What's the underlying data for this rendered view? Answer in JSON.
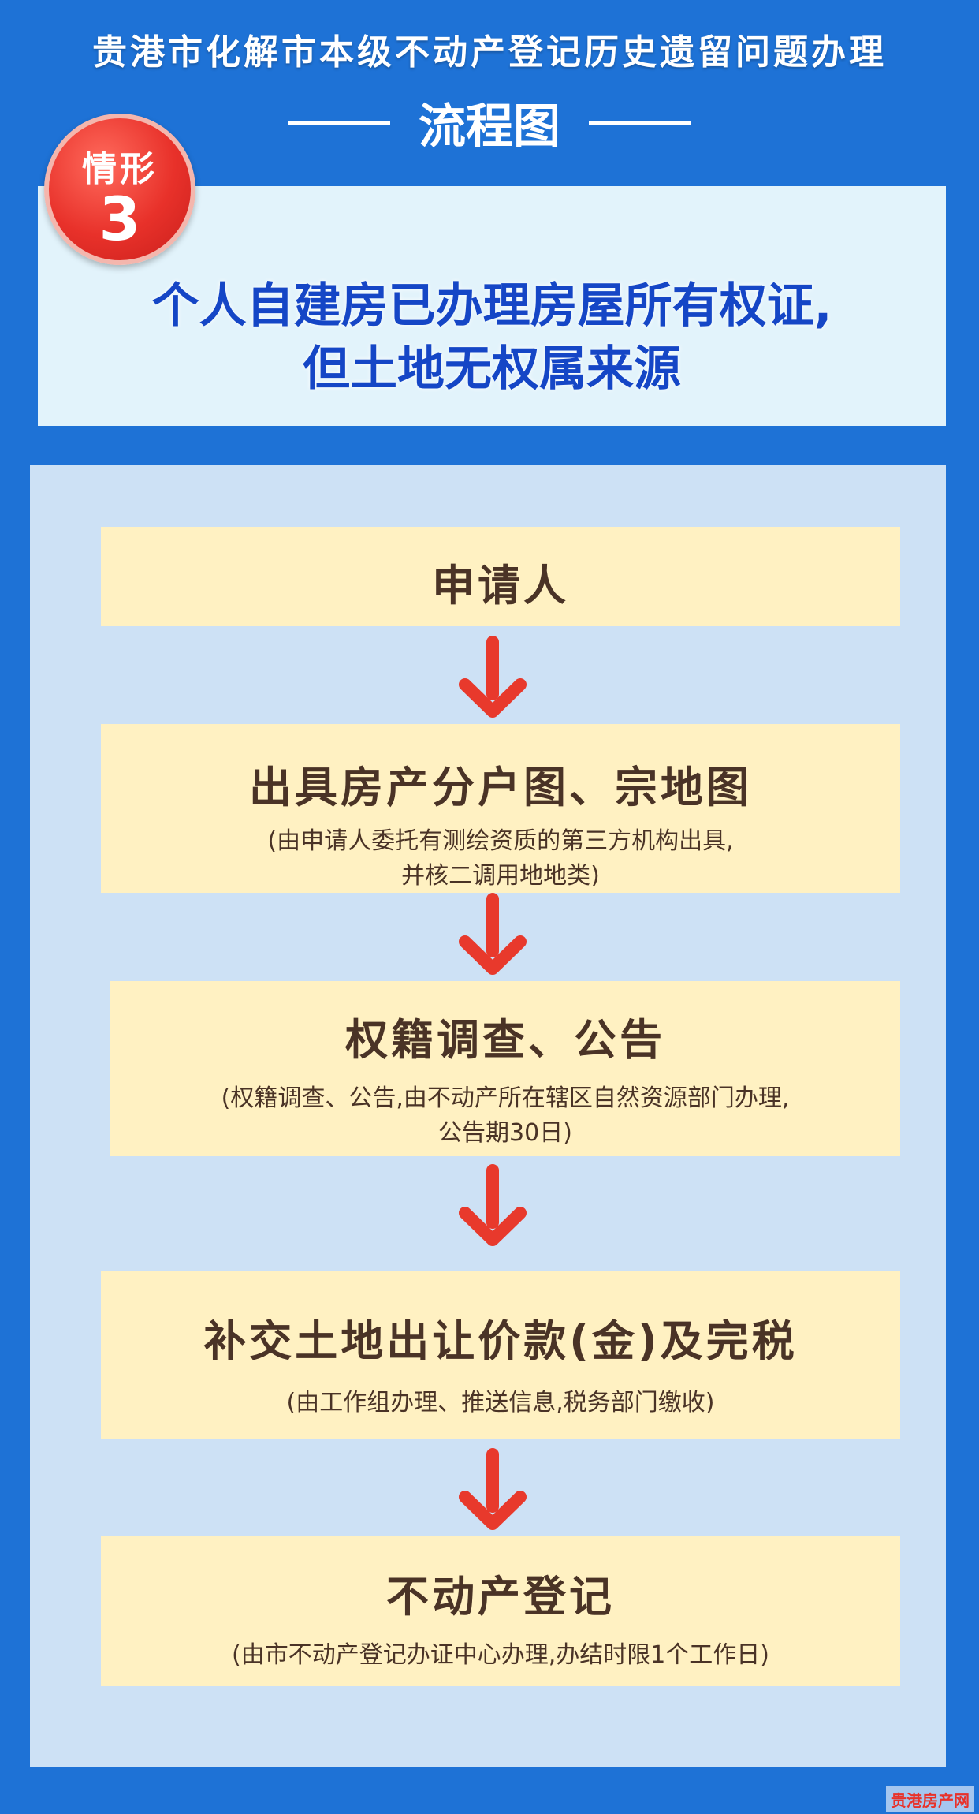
{
  "header": {
    "title": "贵港市化解市本级不动产登记历史遗留问题办理",
    "subtitle": "流程图"
  },
  "badge": {
    "label": "情形",
    "number": "3"
  },
  "case": {
    "line1": "个人自建房已办理房屋所有权证,",
    "line2": "但土地无权属来源"
  },
  "steps": [
    {
      "title": "申请人",
      "note1": "",
      "note2": ""
    },
    {
      "title": "出具房产分户图、宗地图",
      "note1": "(由申请人委托有测绘资质的第三方机构出具,",
      "note2": "并核二调用地地类)"
    },
    {
      "title": "权籍调查、公告",
      "note1": "(权籍调查、公告,由不动产所在辖区自然资源部门办理,",
      "note2": "公告期30日)"
    },
    {
      "title": "补交土地出让价款(金)及完税",
      "note1": "(由工作组办理、推送信息,税务部门缴收)",
      "note2": ""
    },
    {
      "title": "不动产登记",
      "note1": "(由市不动产登记办证中心办理,办结时限1个工作日)",
      "note2": ""
    }
  ],
  "watermark": "贵港房产网",
  "colors": {
    "background": "#1e72d6",
    "step_fill": "#fff1c2",
    "arrow": "#e8392c",
    "case_title": "#1546c6",
    "badge": "#e8312a"
  }
}
